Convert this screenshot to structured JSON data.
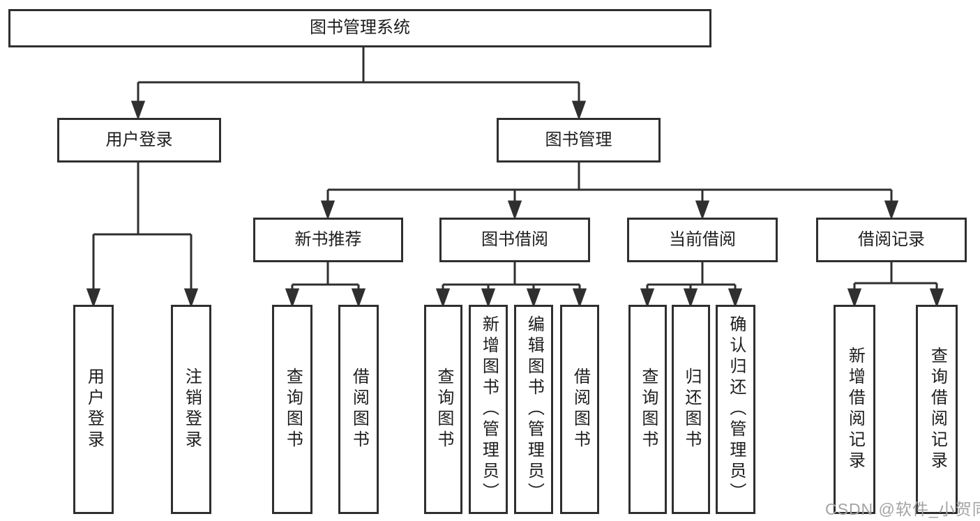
{
  "title": "图书管理系统",
  "watermark": "CSDN @软件_小贺同学",
  "colors": {
    "line": "#2f2f2f",
    "text": "#1d1d1d",
    "box_background": "#ffffff",
    "watermark": "#a3a3a3"
  },
  "nodes": {
    "root": "图书管理系统",
    "user_login": "用户登录",
    "book_management": "图书管理",
    "new_book_recommend": "新书推荐",
    "book_borrow": "图书借阅",
    "current_borrow": "当前借阅",
    "borrow_record": "借阅记录",
    "login": "用户登录",
    "logout": "注销登录",
    "rec_query_book": "查询图书",
    "rec_borrow_book": "借阅图书",
    "bb_query_book": "查询图书",
    "bb_add_book": "新增图书（管理员）",
    "bb_edit_book": "编辑图书（管理员）",
    "bb_borrow_book": "借阅图书",
    "cb_query_book": "查询图书",
    "cb_return_book": "归还图书",
    "cb_confirm_return": "确认归还（管理员）",
    "br_add_record": "新增借阅记录",
    "br_query_record": "查询借阅记录"
  }
}
